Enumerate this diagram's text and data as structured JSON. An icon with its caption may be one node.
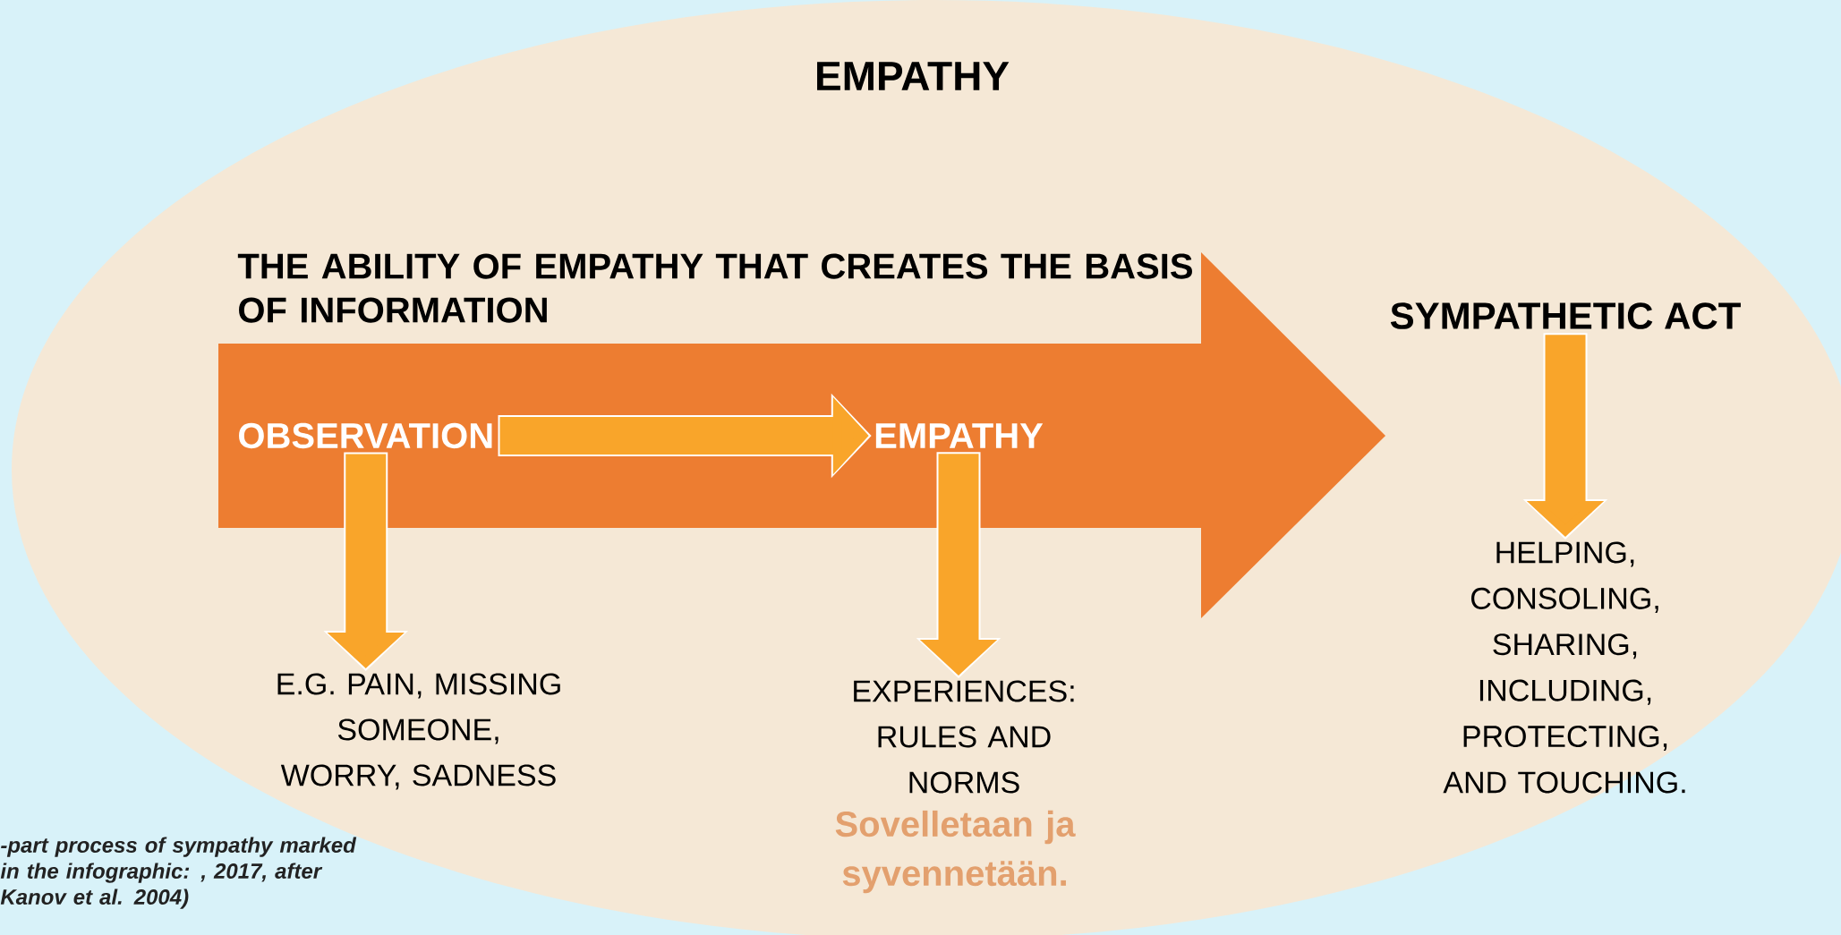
{
  "diagram": {
    "caption": "-part process of sympathy marked in the infographic: , 2017, after Kanov et al. 2004)",
    "nodes": [
      {
        "text": [
          "EMPATHY"
        ]
      },
      {
        "text": [
          "THE ABILITY OF EMPATHY THAT CREATES THE BASIS OF INFORMATION"
        ],
        "in": 0
      },
      {
        "text": [
          "OBSERVATION"
        ],
        "in": 1
      },
      {
        "text": [
          "EMPATHY"
        ],
        "in": 1
      },
      {
        "text": [
          "E.G. PAIN, MISSING SOMEONE, WORRY, SADNESS"
        ],
        "in": 0
      },
      {
        "text": [
          "EXPERIENCES: RULES AND NORMS"
        ],
        "in": 0
      },
      {
        "text": [
          "SYMPATHETIC ACT"
        ],
        "in": 0
      },
      {
        "text": [
          "HELPING, CONSOLING, SHARING, INCLUDING, PROTECTING, AND TOUCHING."
        ],
        "in": 0
      }
    ],
    "edges": [
      {
        "from": 2,
        "to": 3,
        "arrow": "to"
      },
      {
        "from": 2,
        "to": 4,
        "arrow": "to"
      },
      {
        "from": 3,
        "to": 5,
        "arrow": "to"
      },
      {
        "from": 6,
        "to": 7,
        "arrow": "to"
      }
    ],
    "labels": [
      "Sovelletaan ja syvennetään."
    ]
  }
}
